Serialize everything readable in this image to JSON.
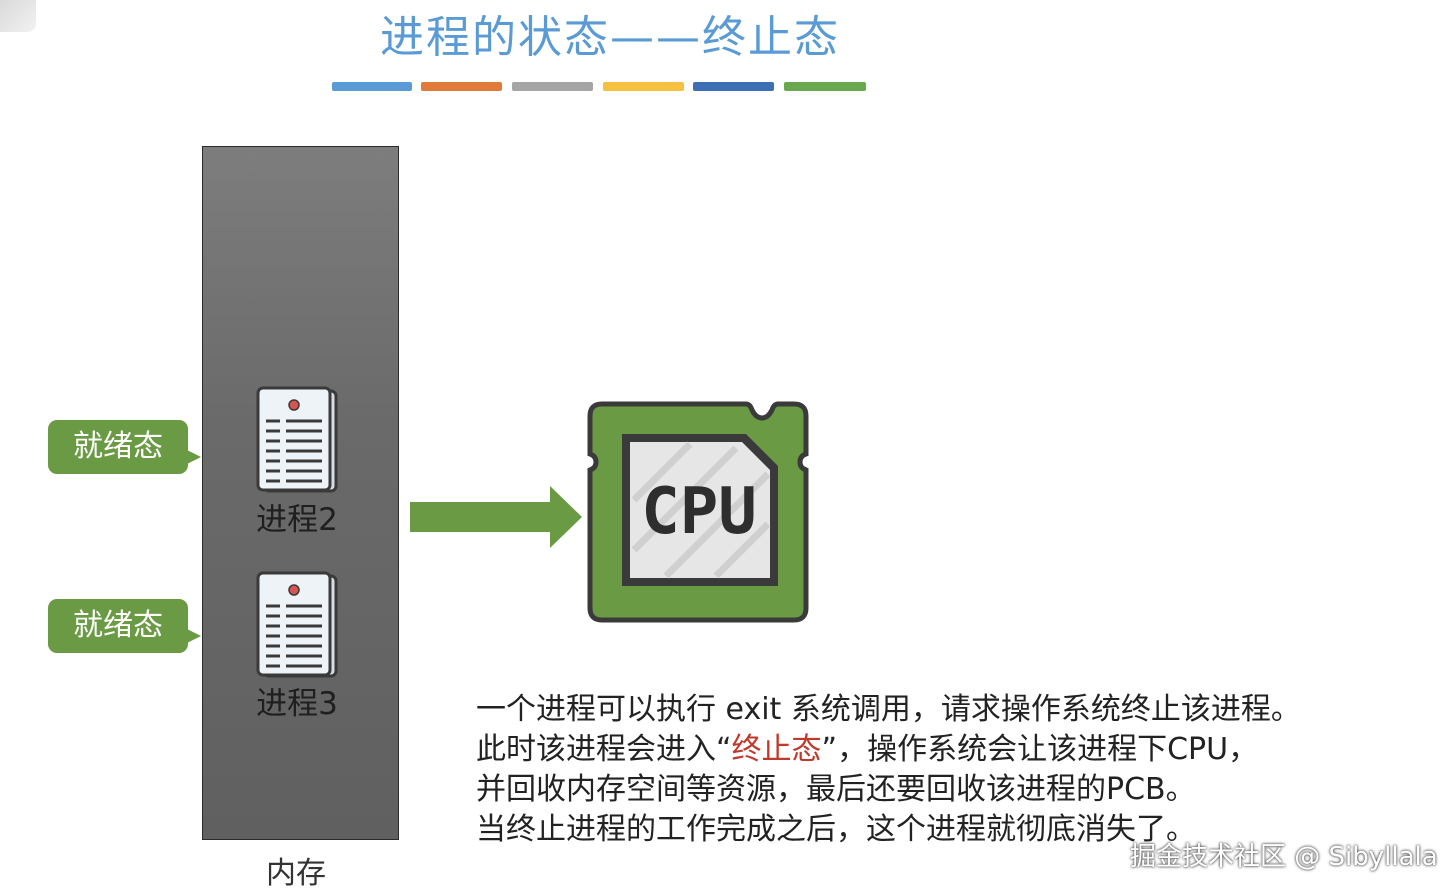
{
  "title": "进程的状态——终止态",
  "title_bar_colors": [
    "#5b9bd5",
    "#e07b39",
    "#a5a5a5",
    "#f6c141",
    "#3e6fb5",
    "#6aa84f"
  ],
  "memory": {
    "label": "内存"
  },
  "processes": [
    {
      "state": "就绪态",
      "name": "进程2",
      "icon": "document-icon"
    },
    {
      "state": "就绪态",
      "name": "进程3",
      "icon": "document-icon"
    }
  ],
  "cpu": {
    "label": "CPU",
    "icon": "cpu-chip-icon"
  },
  "description": {
    "line1": "一个进程可以执行 exit 系统调用，请求操作系统终止该进程。",
    "line2_before": "此时该进程会进入“",
    "line2_highlight": "终止态",
    "line2_after": "”，操作系统会让该进程下CPU，",
    "line3": "并回收内存空间等资源，最后还要回收该进程的PCB。",
    "line4": "当终止进程的工作完成之后，这个进程就彻底消失了。"
  },
  "colors": {
    "tag_green": "#6a9a43",
    "highlight": "#c0392b",
    "title_blue": "#5b9bd5"
  },
  "watermark": "掘金技术社区 @ Sibyllala"
}
